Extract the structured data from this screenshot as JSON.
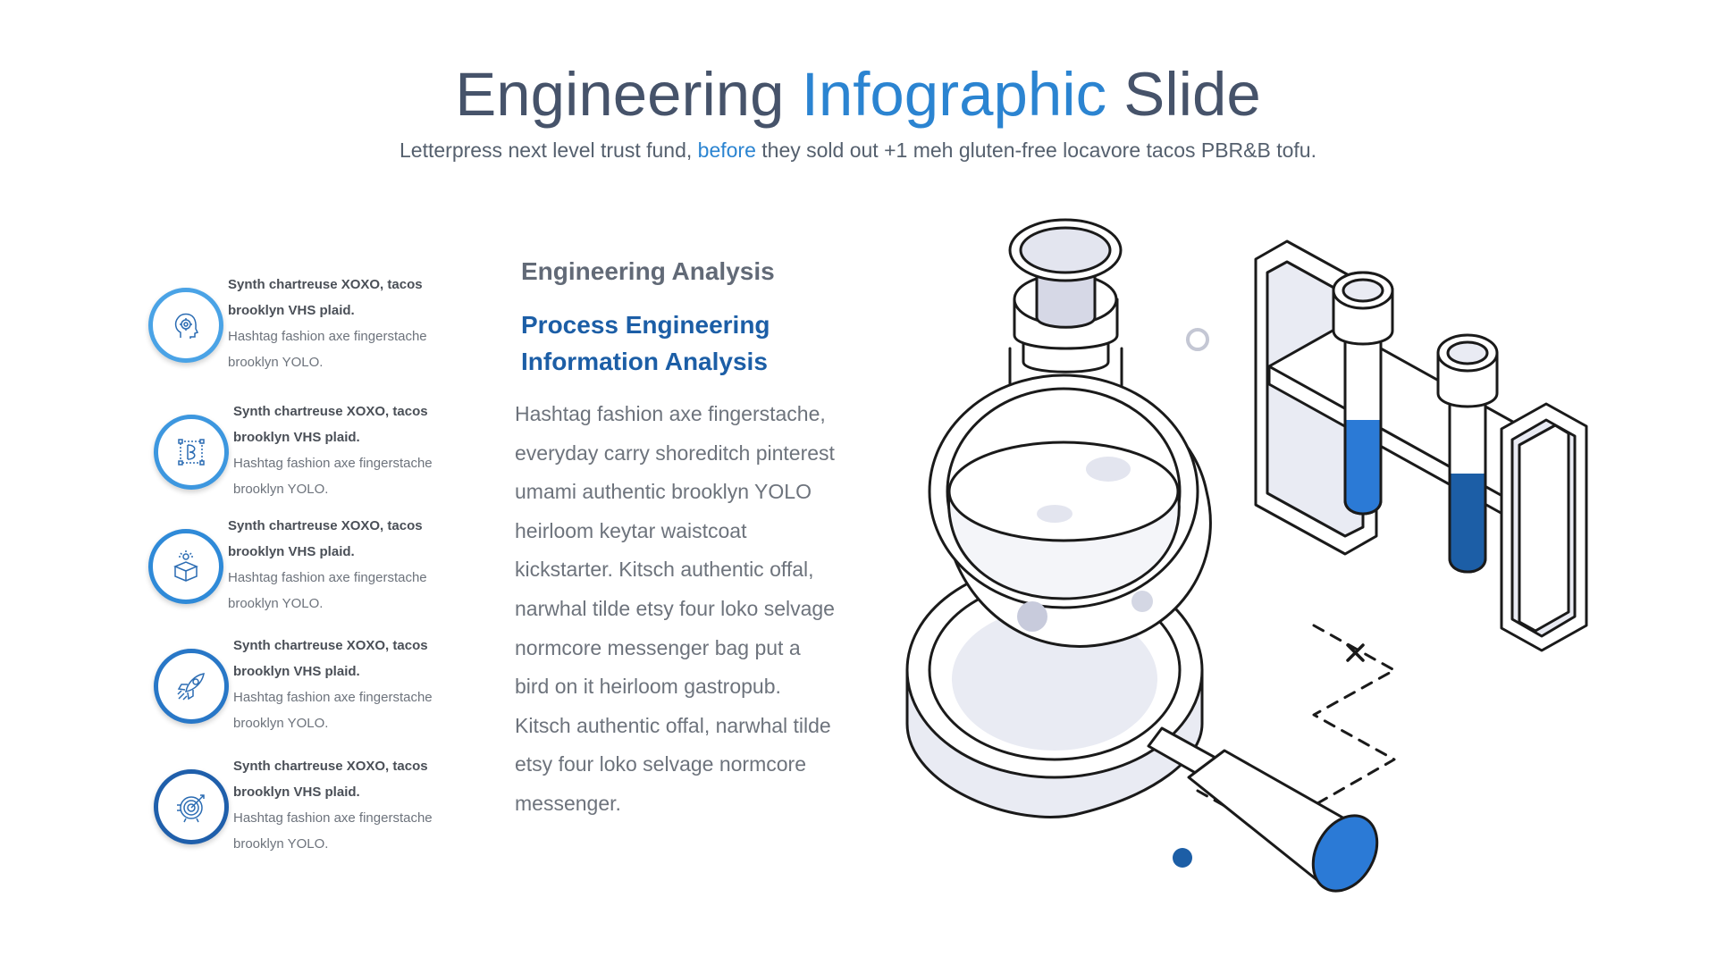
{
  "title": {
    "part1": "Engineering ",
    "accent": "Infographic",
    "part2": " Slide"
  },
  "subtitle": {
    "part1": "Letterpress next level trust fund, ",
    "accent": "before",
    "part2": " they sold out +1 meh gluten-free locavore tacos PBR&B tofu."
  },
  "items": [
    {
      "heading": "Synth chartreuse XOXO, tacos brooklyn VHS plaid.",
      "desc": "Hashtag fashion axe fingerstache brooklyn YOLO.",
      "icon": "head-gear-icon"
    },
    {
      "heading": "Synth chartreuse XOXO, tacos brooklyn VHS plaid.",
      "desc": "Hashtag fashion axe fingerstache brooklyn YOLO.",
      "icon": "pen-tool-icon"
    },
    {
      "heading": "Synth chartreuse XOXO, tacos brooklyn VHS plaid.",
      "desc": "Hashtag fashion axe fingerstache brooklyn YOLO.",
      "icon": "idea-box-icon"
    },
    {
      "heading": "Synth chartreuse XOXO, tacos brooklyn VHS plaid.",
      "desc": "Hashtag fashion axe fingerstache brooklyn YOLO.",
      "icon": "rocket-icon"
    },
    {
      "heading": "Synth chartreuse XOXO, tacos brooklyn VHS plaid.",
      "desc": "Hashtag fashion axe fingerstache brooklyn YOLO.",
      "icon": "target-icon"
    }
  ],
  "analysis": {
    "title": "Engineering Analysis",
    "subtitle": "Process Engineering Information Analysis",
    "body": "Hashtag fashion axe fingerstache, everyday carry shoreditch pinterest umami authentic brooklyn YOLO heirloom keytar waistcoat kickstarter. Kitsch authentic offal, narwhal tilde etsy four loko selvage normcore messenger bag put a bird on it heirloom gastropub.",
    "body2": "Kitsch authentic offal, narwhal tilde etsy four loko selvage normcore messenger."
  },
  "colors": {
    "accent": "#2b84d1",
    "dark_blue": "#1c5ea6",
    "text": "#46536a"
  }
}
